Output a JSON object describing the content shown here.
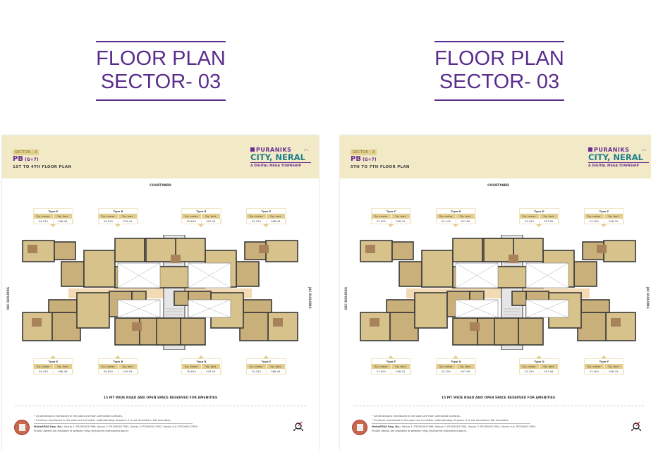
{
  "colors": {
    "accent": "#5a2d8c",
    "band": "#f2e9c6",
    "teal": "#1d7f8c",
    "unit_header": "#e3cd8d",
    "passage": "#f3d9b4"
  },
  "headings": [
    {
      "line1": "FLOOR PLAN",
      "line2": "SECTOR- 03"
    },
    {
      "line1": "FLOOR PLAN",
      "line2": "SECTOR- 03"
    }
  ],
  "panels": [
    {
      "badge": "SECTOR - 3",
      "title": "PB",
      "title_suffix": "(G+7)",
      "floor_label": "1ST TO 4TH FLOOR PLAN",
      "logo": {
        "brand": "PURANIKS",
        "city": "CITY, NERAL",
        "tagline": "A DIGITAL MEGA TOWNSHIP"
      },
      "courtyard": "COURTYARD",
      "side_left": "OBC BUILDING",
      "side_right": "JAC BUILDING",
      "col_meter": "Sq. meter",
      "col_feet": "Sq. feet",
      "top_units": [
        {
          "type": "Type E",
          "sqm": "34.233",
          "sqft": "368.48"
        },
        {
          "type": "Type B",
          "sqm": "30.610",
          "sqft": "329.49"
        },
        {
          "type": "Type B",
          "sqm": "30.610",
          "sqft": "329.49"
        },
        {
          "type": "Type E",
          "sqm": "34.233",
          "sqft": "368.48"
        }
      ],
      "bottom_units": [
        {
          "type": "Type E",
          "sqm": "34.233",
          "sqft": "368.48"
        },
        {
          "type": "Type B",
          "sqm": "30.620",
          "sqft": "329.59"
        },
        {
          "type": "Type B",
          "sqm": "30.620",
          "sqft": "329.59"
        },
        {
          "type": "Type E",
          "sqm": "34.233",
          "sqft": "368.48"
        }
      ],
      "road": "15 MT WIDE ROAD AND OPEN SPACE RESERVED FOR AMENITIES",
      "notes": [
        "All dimensions mentioned in the plans are from unfinished surfaces.",
        "Furniture mentioned in the plans are for better understanding of space. It is not included in flat amenities."
      ],
      "rera_label": "MahaRERA Reg. No.:",
      "rera": "Sector 1: P52000017996, Sector 2: P52000017954, Sector 3: P52000017953, Sector 4-A: P52000017994",
      "website": "Project details are available at website: http://maharera.mahaonline.gov.in"
    },
    {
      "badge": "SECTOR - 3",
      "title": "PB",
      "title_suffix": "(G+7)",
      "floor_label": "5TH TO 7TH FLOOR PLAN",
      "logo": {
        "brand": "PURANIKS",
        "city": "CITY, NERAL",
        "tagline": "A DIGITAL MEGA TOWNSHIP"
      },
      "courtyard": "COURTYARD",
      "side_left": "OBC BUILDING",
      "side_right": "JAC BUILDING",
      "col_meter": "Sq. meter",
      "col_feet": "Sq. feet",
      "top_units": [
        {
          "type": "Type F",
          "sqm": "37.005",
          "sqft": "398.32"
        },
        {
          "type": "Type D",
          "sqm": "33.245",
          "sqft": "357.85"
        },
        {
          "type": "Type D",
          "sqm": "33.245",
          "sqft": "357.85"
        },
        {
          "type": "Type F",
          "sqm": "37.005",
          "sqft": "398.32"
        }
      ],
      "bottom_units": [
        {
          "type": "Type F",
          "sqm": "37.005",
          "sqft": "398.32"
        },
        {
          "type": "Type D",
          "sqm": "33.255",
          "sqft": "357.96"
        },
        {
          "type": "Type D",
          "sqm": "33.255",
          "sqft": "357.96"
        },
        {
          "type": "Type F",
          "sqm": "37.005",
          "sqft": "398.32"
        }
      ],
      "road": "15 MT WIDE ROAD AND OPEN SPACE RESERVED FOR AMENITIES",
      "notes": [
        "All dimensions mentioned in the plans are from unfinished surfaces.",
        "Furniture mentioned in the plans are for better understanding of space. It is not included in flat amenities."
      ],
      "rera_label": "MahaRERA Reg. No.:",
      "rera": "Sector 1: P52000017996, Sector 2: P52000017954, Sector 3: P52000017953, Sector 4-A: P52000017994",
      "website": "Project details are available at website: http://maharera.mahaonline.gov.in"
    }
  ]
}
